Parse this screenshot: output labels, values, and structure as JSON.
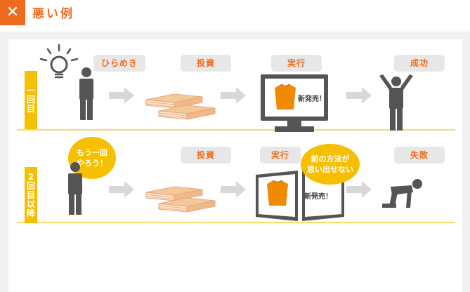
{
  "header": {
    "close_symbol": "✕",
    "title": "悪い例"
  },
  "rows": [
    {
      "label_chars": [
        "一",
        "回",
        "目"
      ],
      "steps": [
        "ひらめき",
        "投資",
        "実行",
        "成功"
      ],
      "screen_text": "新発売！"
    },
    {
      "label_chars": [
        "2",
        "回",
        "目",
        "以",
        "降"
      ],
      "bubble_lines": [
        "もう一回",
        "やろう！"
      ],
      "steps": [
        "投資",
        "実行",
        "失敗"
      ],
      "thought_lines": [
        "前の方法が",
        "思い出せない"
      ],
      "board_text": "新発売！"
    }
  ],
  "colors": {
    "accent": "#ef6c1f",
    "yellow": "#f6c000",
    "figure": "#555555",
    "pill_bg": "#e7e7e7",
    "money": "#f4c89a"
  },
  "icons": [
    "close-icon",
    "lightbulb-icon",
    "person-icon",
    "money-stack-icon",
    "arrow-right-icon",
    "monitor-icon",
    "shirt-icon",
    "celebrating-person-icon",
    "board-icon",
    "fallen-person-icon"
  ]
}
